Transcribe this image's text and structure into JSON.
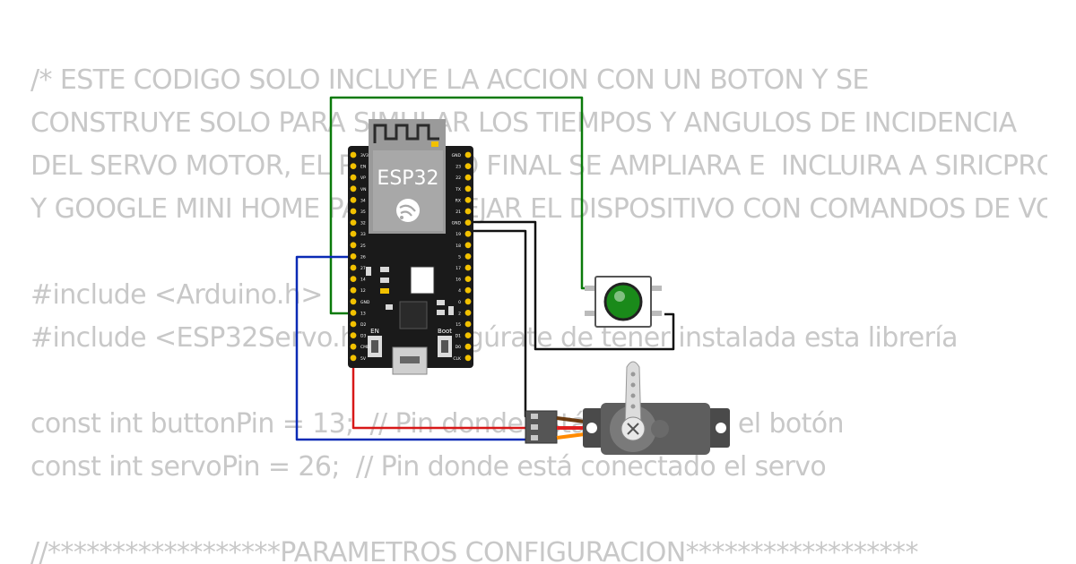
{
  "code_lines": [
    "/* ESTE CODIGO SOLO INCLUYE LA ACCION CON UN BOTON Y SE",
    "CONSTRUYE SOLO PARA SIMULAR LOS TIEMPOS Y ANGULOS DE INCIDENCIA",
    "DEL SERVO MOTOR, EL PROYECTO FINAL SE AMPLIARA E  INCLUIRA A SIRICPRO",
    "Y GOOGLE MINI HOME PARA MANEJAR EL DISPOSITIVO CON COMANDOS DE VOZ",
    "",
    "#include <Arduino.h>",
    "#include <ESP32Servo.h>  // Asegúrate de tener instalada esta librería",
    "",
    "const int buttonPin = 13;  // Pin donde está conectado el botón",
    "const int servoPin = 26;  // Pin donde está conectado el servo",
    "",
    "//******************PARAMETROS CONFIGURACION******************"
  ],
  "board": {
    "name": "ESP32",
    "en_label": "EN",
    "boot_label": "Boot",
    "left_pins": [
      "3V3",
      "EN",
      "VP",
      "VN",
      "34",
      "35",
      "32",
      "33",
      "25",
      "26",
      "27",
      "14",
      "12",
      "GND",
      "13",
      "D2",
      "D3",
      "CMD",
      "5V"
    ],
    "right_pins": [
      "GND",
      "23",
      "22",
      "TX",
      "RX",
      "21",
      "GND",
      "19",
      "18",
      "5",
      "17",
      "16",
      "4",
      "0",
      "2",
      "15",
      "D1",
      "D0",
      "CLK"
    ]
  },
  "colors": {
    "wire_green": "#0a7a0a",
    "wire_blue": "#0a2ab5",
    "wire_red": "#d81818",
    "wire_black": "#111111",
    "board_body": "#1a1a1a",
    "pin_gold": "#f2c100",
    "button_cap": "#1a8a1a",
    "servo_body": "#5a5a5a",
    "code_text": "#c8c8c8"
  }
}
